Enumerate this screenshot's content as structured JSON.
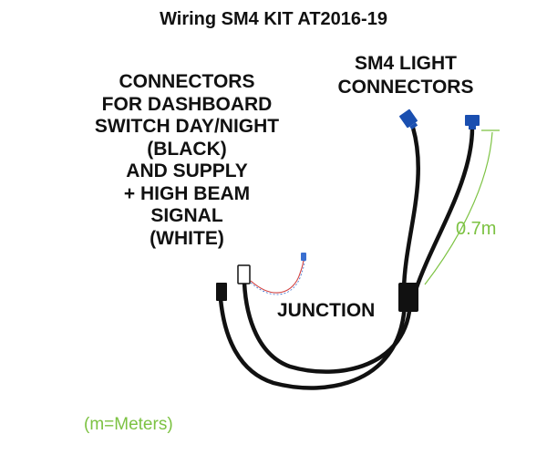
{
  "title": "Wiring SM4 KIT AT2016-19",
  "left_label": {
    "lines": [
      "CONNECTORS",
      "FOR DASHBOARD",
      "SWITCH DAY/NIGHT",
      "(BLACK)",
      "AND SUPPLY",
      "+ HIGH BEAM",
      "SIGNAL",
      "(WHITE)"
    ]
  },
  "right_label": {
    "lines": [
      "SM4 LIGHT",
      "CONNECTORS"
    ]
  },
  "junction_label": "JUNCTION",
  "length_label": "0.7m",
  "units_note": "(m=Meters)",
  "colors": {
    "cable": "#111111",
    "connector_blue": "#1a4fb0",
    "dimension": "#7cc242",
    "thin_wire_red": "#d04040",
    "thin_wire_blue": "#3a6fd0",
    "text": "#111111"
  }
}
